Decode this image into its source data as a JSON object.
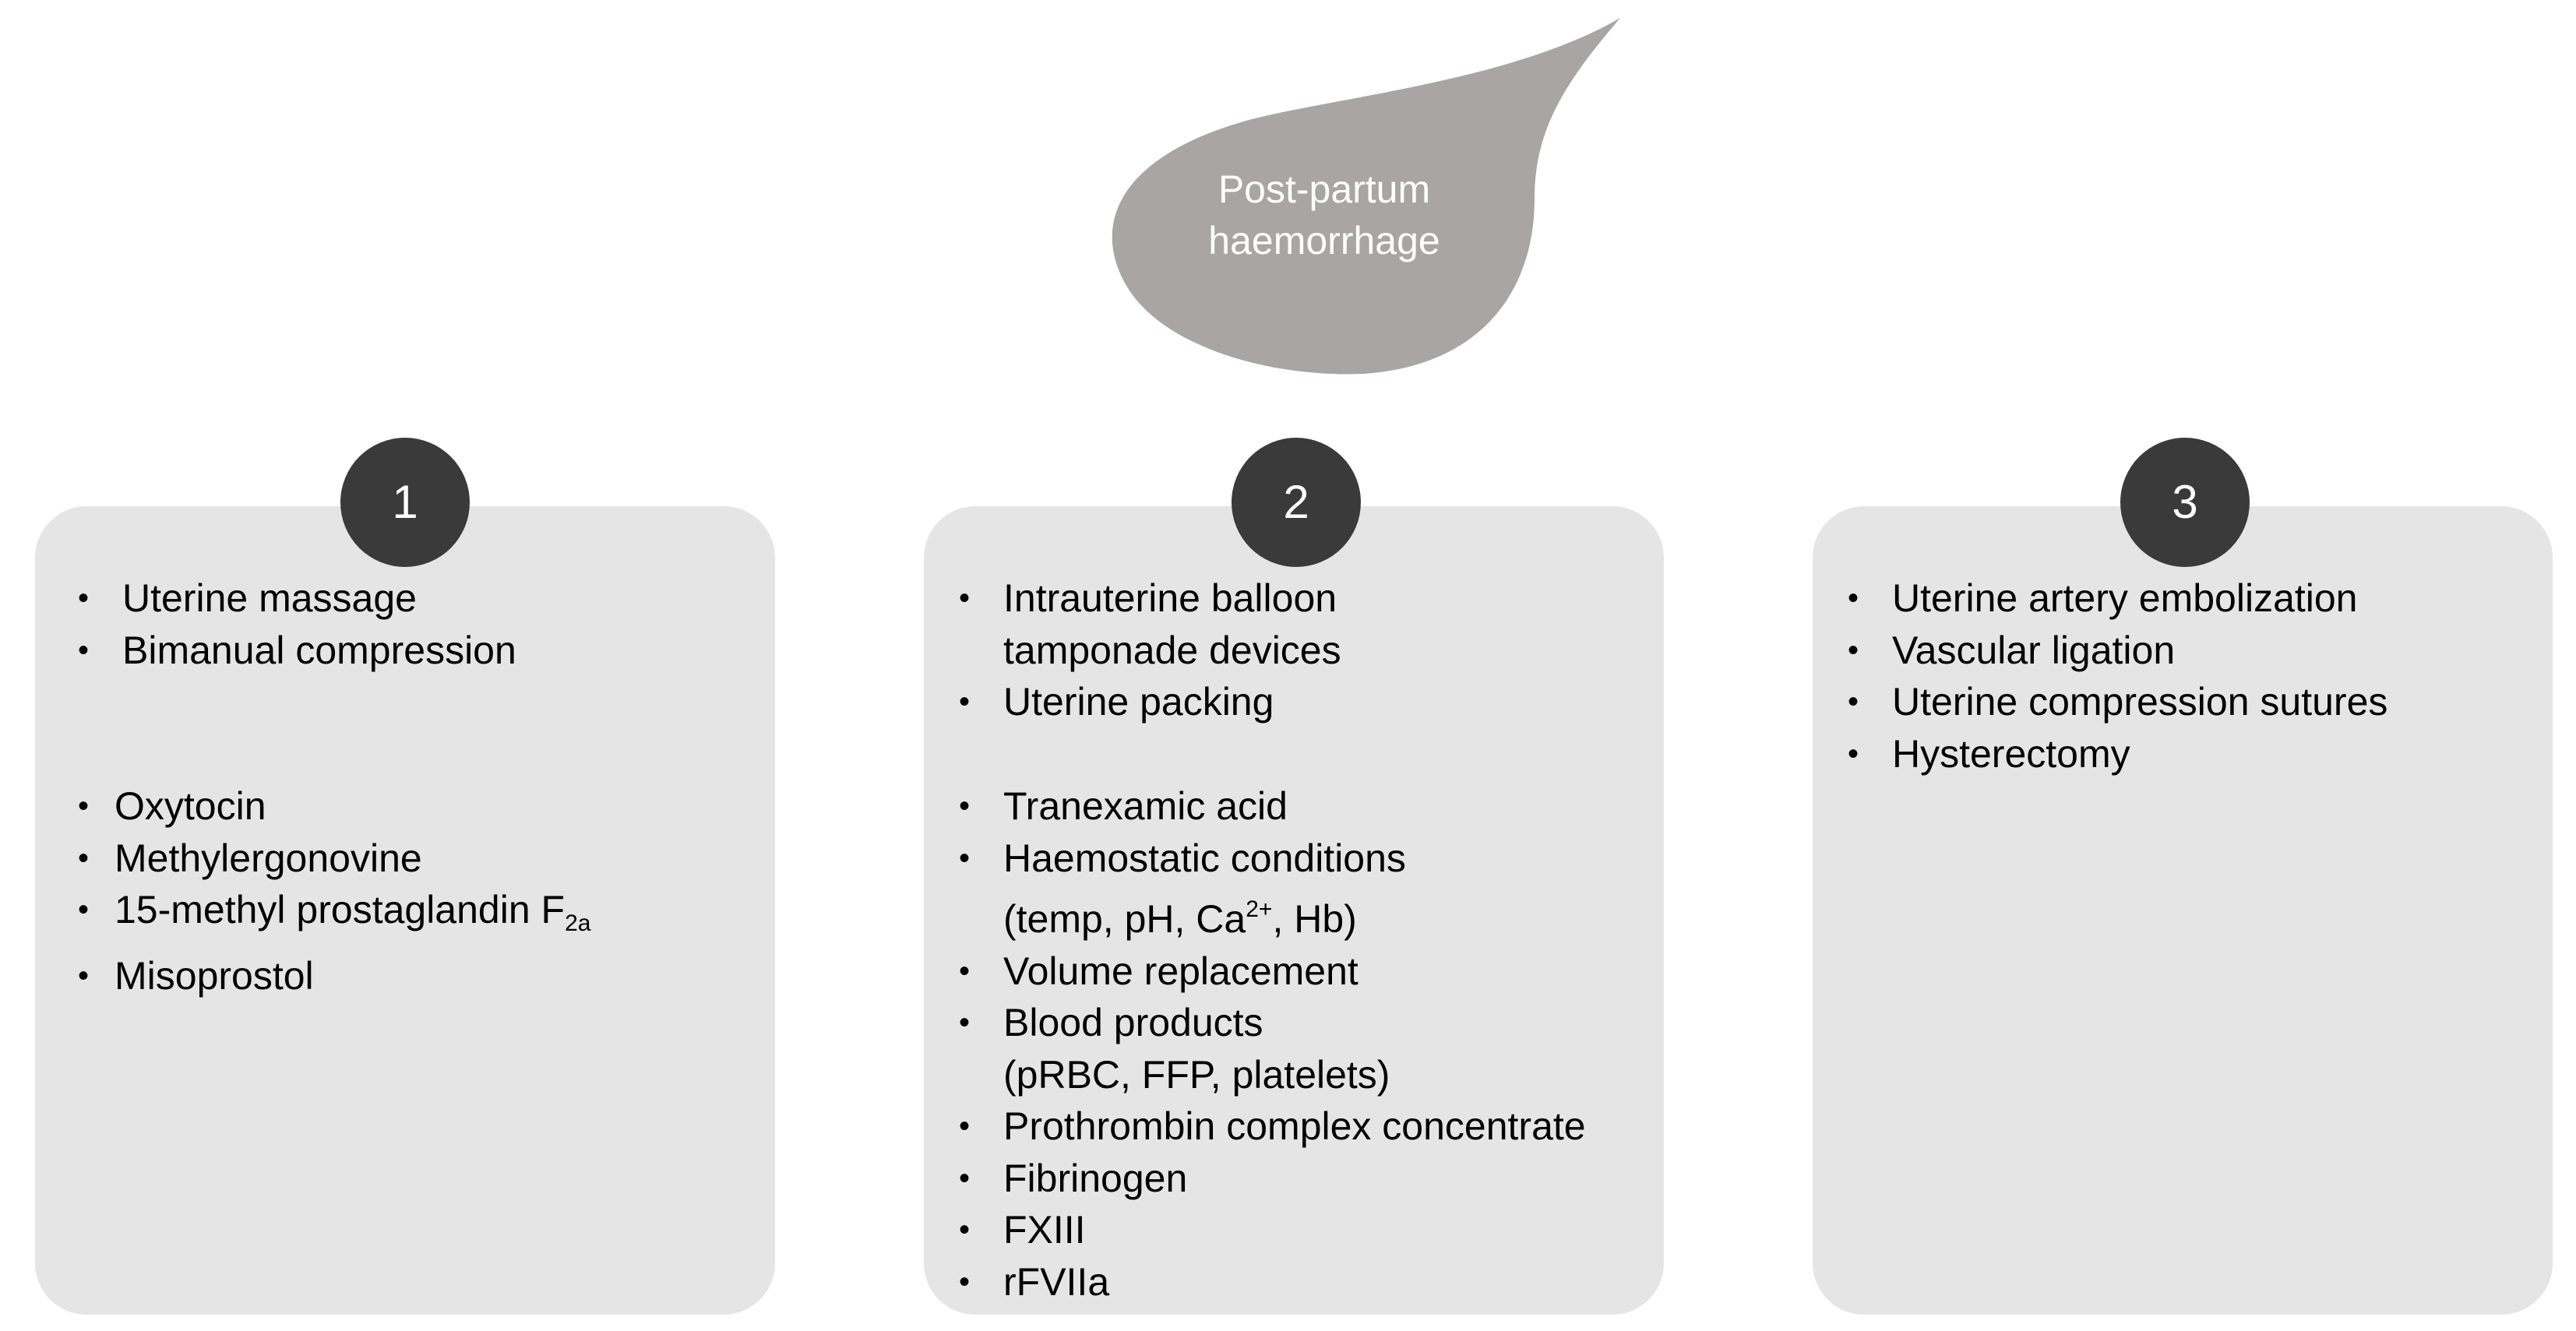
{
  "title": {
    "line1": "Post-partum",
    "line2": "haemorrhage"
  },
  "colors": {
    "drop": "#a8a5a4",
    "panel": "#e5e5e5",
    "badge": "#3a3a3a"
  },
  "steps": [
    {
      "number": "1",
      "group_a": [
        "Uterine massage",
        "Bimanual compression"
      ],
      "group_b": [
        "Oxytocin",
        "Methylergonovine",
        "15-methyl prostaglandin F",
        "Misoprostol"
      ],
      "subscript": "2a"
    },
    {
      "number": "2",
      "group_a": [
        {
          "line1": "Intrauterine balloon",
          "line2": "tamponade devices"
        },
        {
          "line1": "Uterine packing"
        }
      ],
      "group_b": [
        {
          "line1": "Tranexamic acid"
        },
        {
          "line1": "Haemostatic conditions",
          "line2a": "(temp, pH, Ca",
          "sup": "2+",
          "line2b": ", Hb)"
        },
        {
          "line1": "Volume replacement"
        },
        {
          "line1": "Blood products",
          "line2": "(pRBC, FFP, platelets)"
        },
        {
          "line1": "Prothrombin complex concentrate"
        },
        {
          "line1": "Fibrinogen"
        },
        {
          "line1": "FXIII"
        },
        {
          "line1": "rFVIIa"
        }
      ]
    },
    {
      "number": "3",
      "group_a": [
        "Uterine artery embolization",
        "Vascular ligation",
        "Uterine compression sutures",
        "Hysterectomy"
      ]
    }
  ]
}
